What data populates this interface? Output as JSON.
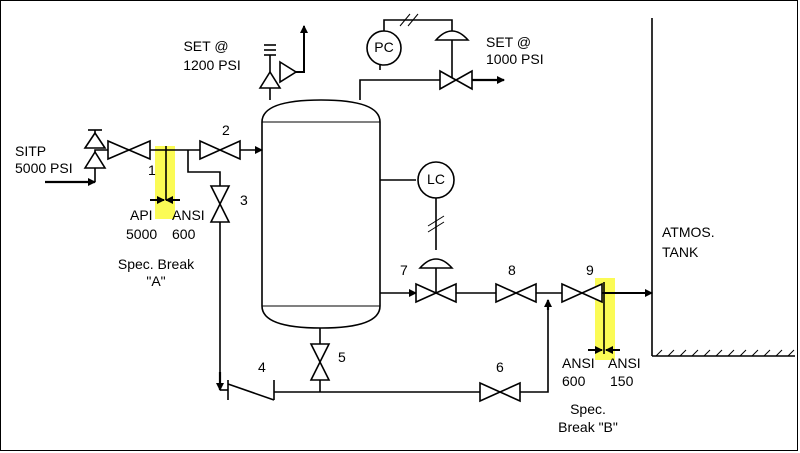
{
  "colors": {
    "line": "#000000",
    "highlight": "#fbfb55",
    "background": "#ffffff"
  },
  "labels": {
    "set1200": [
      "SET @",
      "1200 PSI"
    ],
    "set1000": [
      "SET @",
      "1000 PSI"
    ],
    "sitp": [
      "SITP",
      "5000 PSI"
    ],
    "spec_a_left": [
      "API",
      "5000"
    ],
    "spec_a_right": [
      "ANSI",
      "600"
    ],
    "spec_a_title": [
      "Spec. Break",
      "\"A\""
    ],
    "spec_b_left": [
      "ANSI",
      "600"
    ],
    "spec_b_right": [
      "ANSI",
      "150"
    ],
    "spec_b_title": [
      "Spec.",
      "Break \"B\""
    ],
    "tank": [
      "ATMOS.",
      "TANK"
    ],
    "pc": "PC",
    "lc": "LC",
    "valves": [
      "1",
      "2",
      "3",
      "4",
      "5",
      "6",
      "7",
      "8",
      "9"
    ]
  }
}
